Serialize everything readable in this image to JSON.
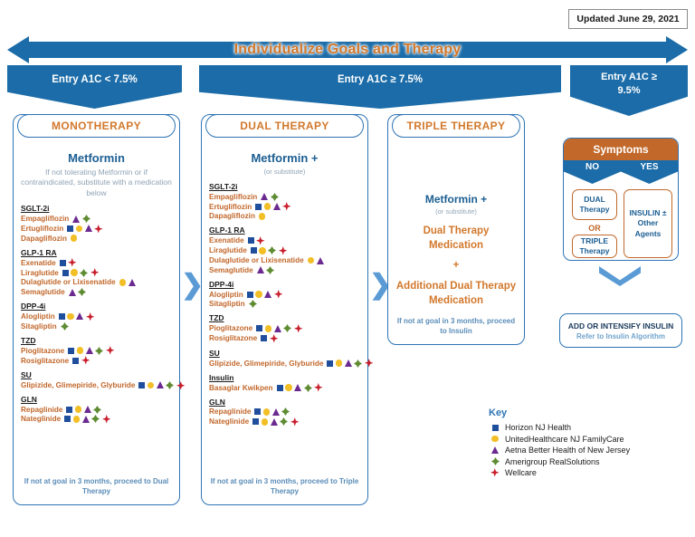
{
  "updated": {
    "label": "Updated June 29, 2021"
  },
  "header": {
    "individualize": "Individualize Goals and Therapy",
    "a1c_low": "Entry A1C < 7.5%",
    "a1c_mid": "Entry A1C ≥ 7.5%",
    "a1c_high": "Entry A1C ≥\n9.5%"
  },
  "monotherapy": {
    "title": "MONOTHERAPY",
    "drug_head": "Metformin",
    "drug_sub": "If not tolerating Metformin or if contraindicated, substitute with a medication below",
    "footnote": "If not at goal in 3 months, proceed to Dual Therapy",
    "groups": [
      {
        "class": "SGLT-2i",
        "drugs": [
          {
            "name": "Empagliflozin",
            "markers": [
              "triangle",
              "diamond"
            ]
          },
          {
            "name": "Ertugliflozin",
            "markers": [
              "square",
              "circle",
              "triangle",
              "cross"
            ]
          },
          {
            "name": "Dapagliflozin",
            "markers": [
              "circle"
            ]
          }
        ]
      },
      {
        "class": "GLP-1 RA",
        "drugs": [
          {
            "name": "Exenatide",
            "markers": [
              "square",
              "cross"
            ]
          },
          {
            "name": "Liraglutide",
            "markers": [
              "square",
              "circle",
              "diamond",
              "cross"
            ]
          },
          {
            "name": "Dulaglutide or Lixisenatide",
            "markers": [
              "circle",
              "triangle"
            ]
          },
          {
            "name": "Semaglutide",
            "markers": [
              "triangle",
              "diamond"
            ]
          }
        ]
      },
      {
        "class": "DPP-4i",
        "drugs": [
          {
            "name": "Alogliptin",
            "markers": [
              "square",
              "circle",
              "triangle",
              "cross"
            ]
          },
          {
            "name": "Sitagliptin",
            "markers": [
              "diamond"
            ]
          }
        ]
      },
      {
        "class": "TZD",
        "drugs": [
          {
            "name": "Pioglitazone",
            "markers": [
              "square",
              "circle",
              "triangle",
              "diamond",
              "cross"
            ]
          },
          {
            "name": "Rosiglitazone",
            "markers": [
              "square",
              "cross"
            ]
          }
        ]
      },
      {
        "class": "SU",
        "drugs": [
          {
            "name": "Glipizide, Glimepiride, Glyburide",
            "markers": [
              "square",
              "circle",
              "triangle",
              "diamond",
              "cross"
            ]
          }
        ]
      },
      {
        "class": "GLN",
        "drugs": [
          {
            "name": "Repaglinide",
            "markers": [
              "square",
              "circle",
              "triangle",
              "diamond"
            ]
          },
          {
            "name": "Nateglinide",
            "markers": [
              "square",
              "circle",
              "triangle",
              "diamond",
              "cross"
            ]
          }
        ]
      }
    ]
  },
  "dualtherapy": {
    "title": "DUAL THERAPY",
    "drug_head": "Metformin +",
    "drug_sub": "(or substitute)",
    "footnote": "If not at goal in 3 months, proceed to Triple Therapy",
    "groups": [
      {
        "class": "SGLT-2i",
        "drugs": [
          {
            "name": "Empagliflozin",
            "markers": [
              "triangle",
              "diamond"
            ]
          },
          {
            "name": "Ertugliflozin",
            "markers": [
              "square",
              "circle",
              "triangle",
              "cross"
            ]
          },
          {
            "name": "Dapagliflozin",
            "markers": [
              "circle"
            ]
          }
        ]
      },
      {
        "class": "GLP-1 RA",
        "drugs": [
          {
            "name": "Exenatide",
            "markers": [
              "square",
              "cross"
            ]
          },
          {
            "name": "Liraglutide",
            "markers": [
              "square",
              "circle",
              "diamond",
              "cross"
            ]
          },
          {
            "name": "Dulaglutide or Lixisenatide",
            "markers": [
              "circle",
              "triangle"
            ]
          },
          {
            "name": "Semaglutide",
            "markers": [
              "triangle",
              "diamond"
            ]
          }
        ]
      },
      {
        "class": "DPP-4i",
        "drugs": [
          {
            "name": "Alogliptin",
            "markers": [
              "square",
              "circle",
              "triangle",
              "cross"
            ]
          },
          {
            "name": "Sitagliptin",
            "markers": [
              "diamond"
            ]
          }
        ]
      },
      {
        "class": "TZD",
        "drugs": [
          {
            "name": "Pioglitazone",
            "markers": [
              "square",
              "circle",
              "triangle",
              "diamond",
              "cross"
            ]
          },
          {
            "name": "Rosiglitazone",
            "markers": [
              "square",
              "cross"
            ]
          }
        ]
      },
      {
        "class": "SU",
        "drugs": [
          {
            "name": "Glipizide, Glimepiride, Glyburide",
            "markers": [
              "square",
              "circle",
              "triangle",
              "diamond",
              "cross"
            ]
          }
        ]
      },
      {
        "class": "Insulin",
        "drugs": [
          {
            "name": "Basaglar Kwikpen",
            "markers": [
              "square",
              "circle",
              "triangle",
              "diamond",
              "cross"
            ]
          }
        ]
      },
      {
        "class": "GLN",
        "drugs": [
          {
            "name": "Repaglinide",
            "markers": [
              "square",
              "circle",
              "triangle",
              "diamond"
            ]
          },
          {
            "name": "Nateglinide",
            "markers": [
              "square",
              "circle",
              "triangle",
              "diamond",
              "cross"
            ]
          }
        ]
      }
    ]
  },
  "tripletherapy": {
    "title": "TRIPLE THERAPY",
    "drug_head": "Metformin +",
    "drug_sub": "(or substitute)",
    "line1": "Dual Therapy Medication",
    "plus": "+",
    "line2": "Additional Dual Therapy Medication",
    "footnote": "If not at goal in 3 months, proceed to Insulin"
  },
  "symptoms": {
    "title": "Symptoms",
    "no_label": "NO",
    "yes_label": "YES",
    "dual": "DUAL Therapy",
    "or": "OR",
    "triple": "TRIPLE Therapy",
    "insulin": "INSULIN ± Other Agents"
  },
  "insulin_final": {
    "line1": "ADD OR INTENSIFY INSULIN",
    "line2": "Refer to Insulin Algorithm"
  },
  "key": {
    "title": "Key",
    "items": [
      {
        "marker": "square",
        "label": "Horizon NJ Health"
      },
      {
        "marker": "circle",
        "label": "UnitedHealthcare NJ FamilyCare"
      },
      {
        "marker": "triangle",
        "label": "Aetna Better Health of New Jersey"
      },
      {
        "marker": "diamond",
        "label": "Amerigroup RealSolutions"
      },
      {
        "marker": "cross",
        "label": "Wellcare"
      }
    ]
  },
  "colors": {
    "blue_band": "#1b6ca8",
    "orange_text": "#d2782b",
    "orange_header": "#c1682a",
    "card_border": "#2e74b5",
    "marker_square": "#1f4e9c",
    "marker_circle": "#f2bf27",
    "marker_triangle": "#6b2a8f",
    "marker_diamond": "#5f8c33",
    "marker_cross": "#c81e2b"
  }
}
